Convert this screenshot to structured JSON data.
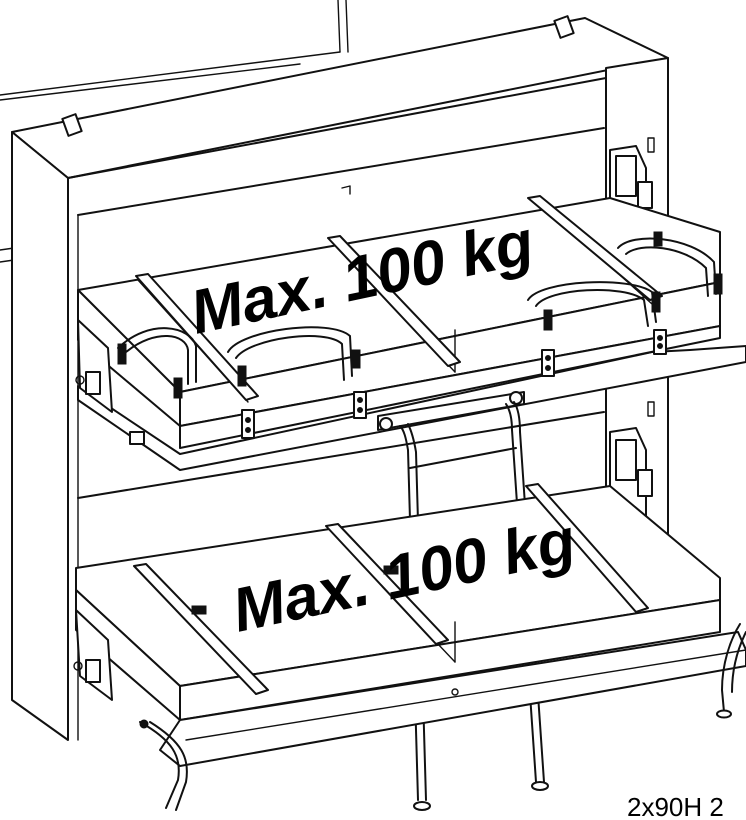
{
  "upper_bunk": {
    "load_label": "Max. 100 kg"
  },
  "lower_bunk": {
    "load_label": "Max. 100 kg"
  },
  "model_code": "2x90H 2"
}
